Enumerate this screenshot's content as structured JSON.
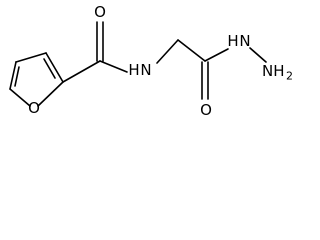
{
  "molecule": {
    "atoms": {
      "ring_oxygen": "O",
      "carbonyl_oxygen_top": "O",
      "amide_n": "N",
      "amide_h": "H",
      "hydrazide_n": "N",
      "hydrazide_h": "H",
      "nh2": "NH",
      "nh2_subscript": "2",
      "carbonyl_oxygen_bottom": "O"
    }
  }
}
